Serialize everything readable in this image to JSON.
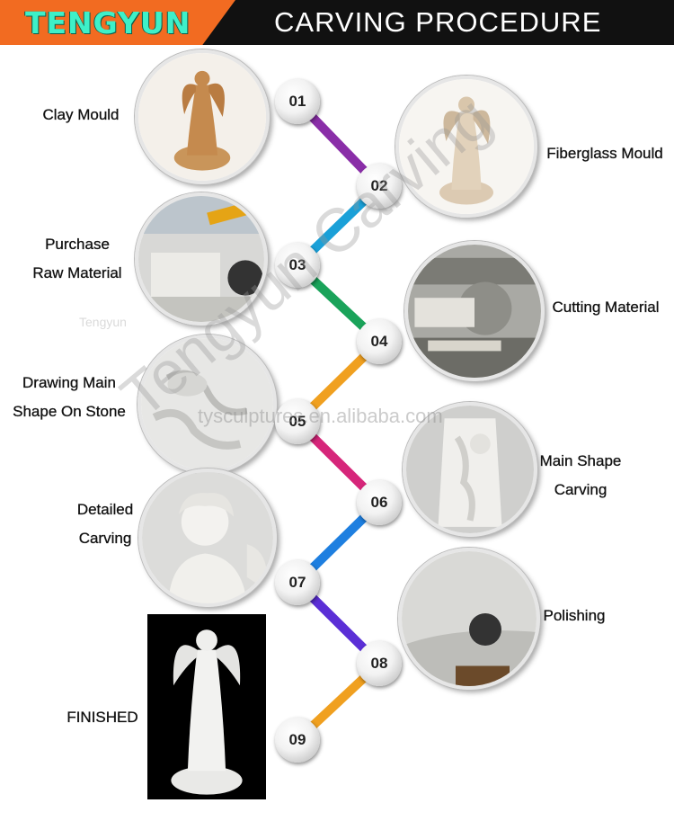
{
  "header": {
    "brand": "TENGYUN",
    "title": "CARVING PROCEDURE"
  },
  "steps": [
    {
      "num": "01",
      "label_lines": [
        "Clay Mould"
      ],
      "color": "#8a2ea8"
    },
    {
      "num": "02",
      "label_lines": [
        "Fiberglass Mould"
      ],
      "color": "#1aa0d8"
    },
    {
      "num": "03",
      "label_lines": [
        "Purchase",
        "Raw Material"
      ],
      "color": "#1aa35a"
    },
    {
      "num": "04",
      "label_lines": [
        "Cutting Material"
      ],
      "color": "#f0a020"
    },
    {
      "num": "05",
      "label_lines": [
        "Drawing Main",
        "Shape On Stone"
      ],
      "color": "#d6267a"
    },
    {
      "num": "06",
      "label_lines": [
        "Main Shape",
        "Carving"
      ],
      "color": "#1e7fe0"
    },
    {
      "num": "07",
      "label_lines": [
        "Detailed",
        "Carving"
      ],
      "color": "#5b2fd6"
    },
    {
      "num": "08",
      "label_lines": [
        "Polishing"
      ],
      "color": "#f0a020"
    },
    {
      "num": "09",
      "label_lines": [
        "FINISHED"
      ],
      "color": null
    }
  ],
  "watermarks": {
    "big": "Tengyun Carving",
    "url": "tysculptures.en.alibaba.com",
    "small": "Tengyun"
  },
  "icons": {
    "step_photos": [
      "clay-angel-photo-icon",
      "fiberglass-angel-photo-icon",
      "quarry-photo-icon",
      "cutting-machine-photo-icon",
      "drawing-stone-photo-icon",
      "rough-carving-photo-icon",
      "detailed-bust-photo-icon",
      "polishing-photo-icon",
      "finished-angel-photo-icon"
    ]
  }
}
